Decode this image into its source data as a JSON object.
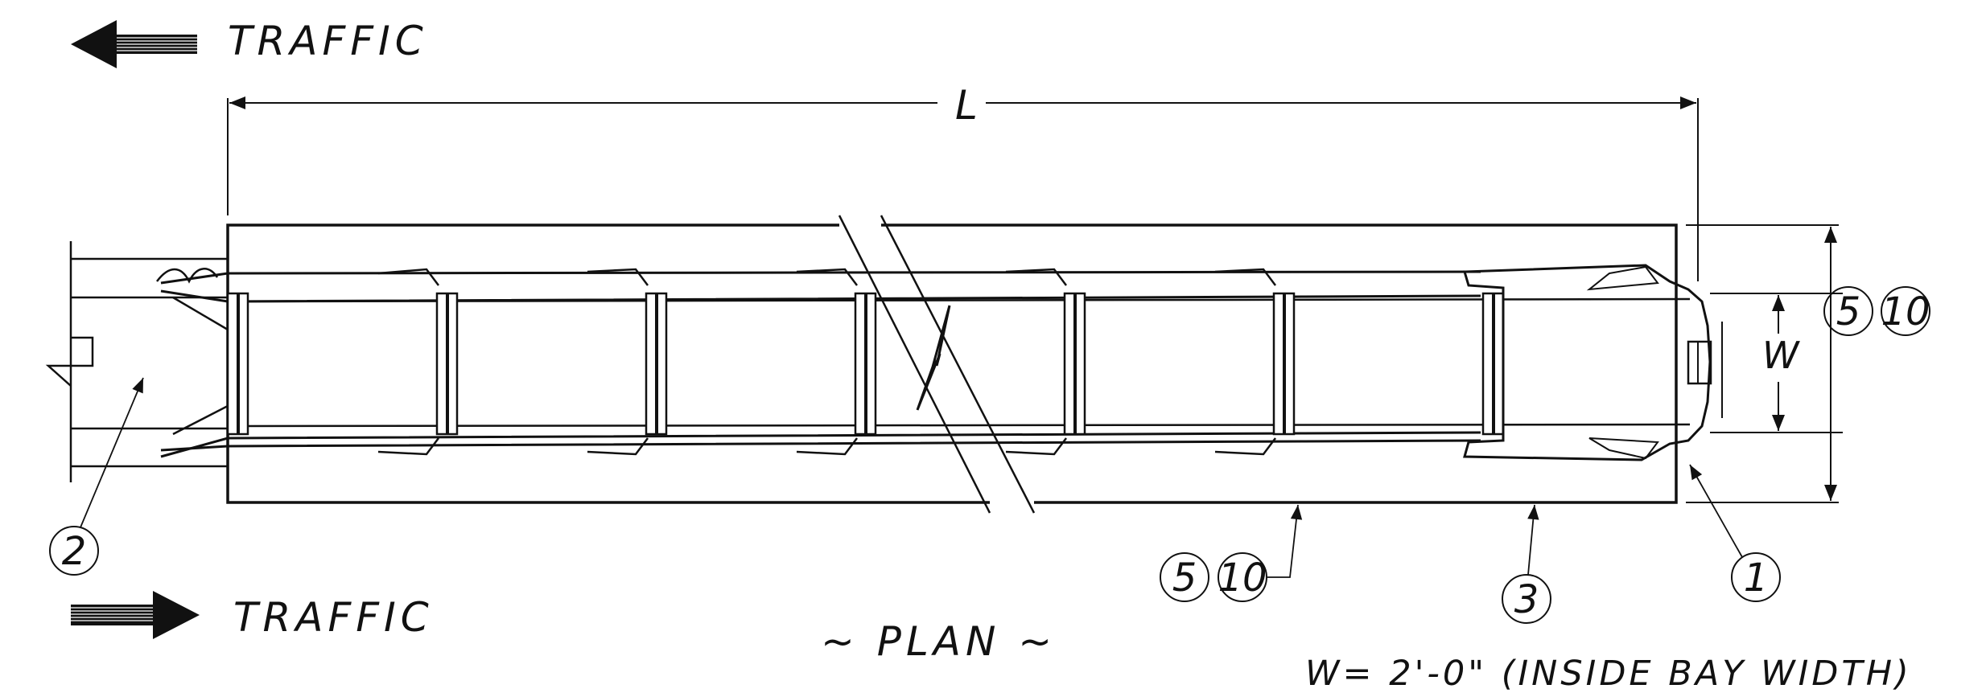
{
  "labels": {
    "traffic_top": "TRAFFIC",
    "traffic_bottom": "TRAFFIC",
    "length_dim": "L",
    "width_dim": "W",
    "view_title": "~ PLAN ~",
    "width_note": "W= 2'-0\" (INSIDE BAY WIDTH)"
  },
  "callouts": {
    "c1": "1",
    "c2": "2",
    "c3": "3",
    "c5_right": "5",
    "c10_right": "10",
    "c5_bottom": "5",
    "c10_bottom": "10"
  },
  "colors": {
    "line": "#111111",
    "background": "#ffffff"
  }
}
